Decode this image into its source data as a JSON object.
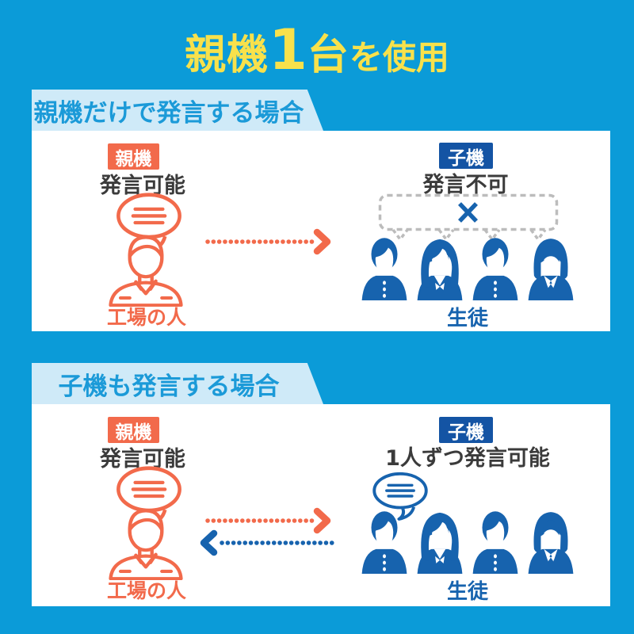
{
  "page_title": "親機1台を使用",
  "title": {
    "device": "親機",
    "count": "1",
    "unit": "台",
    "suffix": "を使用"
  },
  "colors": {
    "background_blue": "#0b9bd8",
    "title_yellow": "#f8e14b",
    "banner_bg": "#cfeaf8",
    "banner_text": "#1b9ad8",
    "parent_orange": "#f26a4b",
    "child_badge_navy": "#1454a4",
    "student_blue": "#1763ae",
    "status_text_dark": "#3b3b3b",
    "dashed_bubble_gray": "#bcbcbc",
    "card_white": "#ffffff"
  },
  "icons": {
    "parent_speech_bubble": "speech-bubble-with-lines",
    "blocked_bubble": "dashed-speech-bubble-with-x",
    "parent_person": "factory-worker-outline",
    "students": [
      "student-boy",
      "student-girl-long-hair",
      "student-boy",
      "student-girl-bob"
    ],
    "arrow_right": "orange-dotted-arrow-right",
    "arrow_left": "blue-dotted-arrow-left"
  },
  "sections": [
    {
      "header": "親機だけで発言する場合",
      "parent": {
        "badge": "親機",
        "status": "発言可能",
        "person_label": "工場の人"
      },
      "child": {
        "badge": "子機",
        "status": "発言不可",
        "group_label": "生徒"
      }
    },
    {
      "header": "子機も発言する場合",
      "parent": {
        "badge": "親機",
        "status": "発言可能",
        "person_label": "工場の人"
      },
      "child": {
        "badge": "子機",
        "status": "1人ずつ発言可能",
        "group_label": "生徒"
      }
    }
  ]
}
